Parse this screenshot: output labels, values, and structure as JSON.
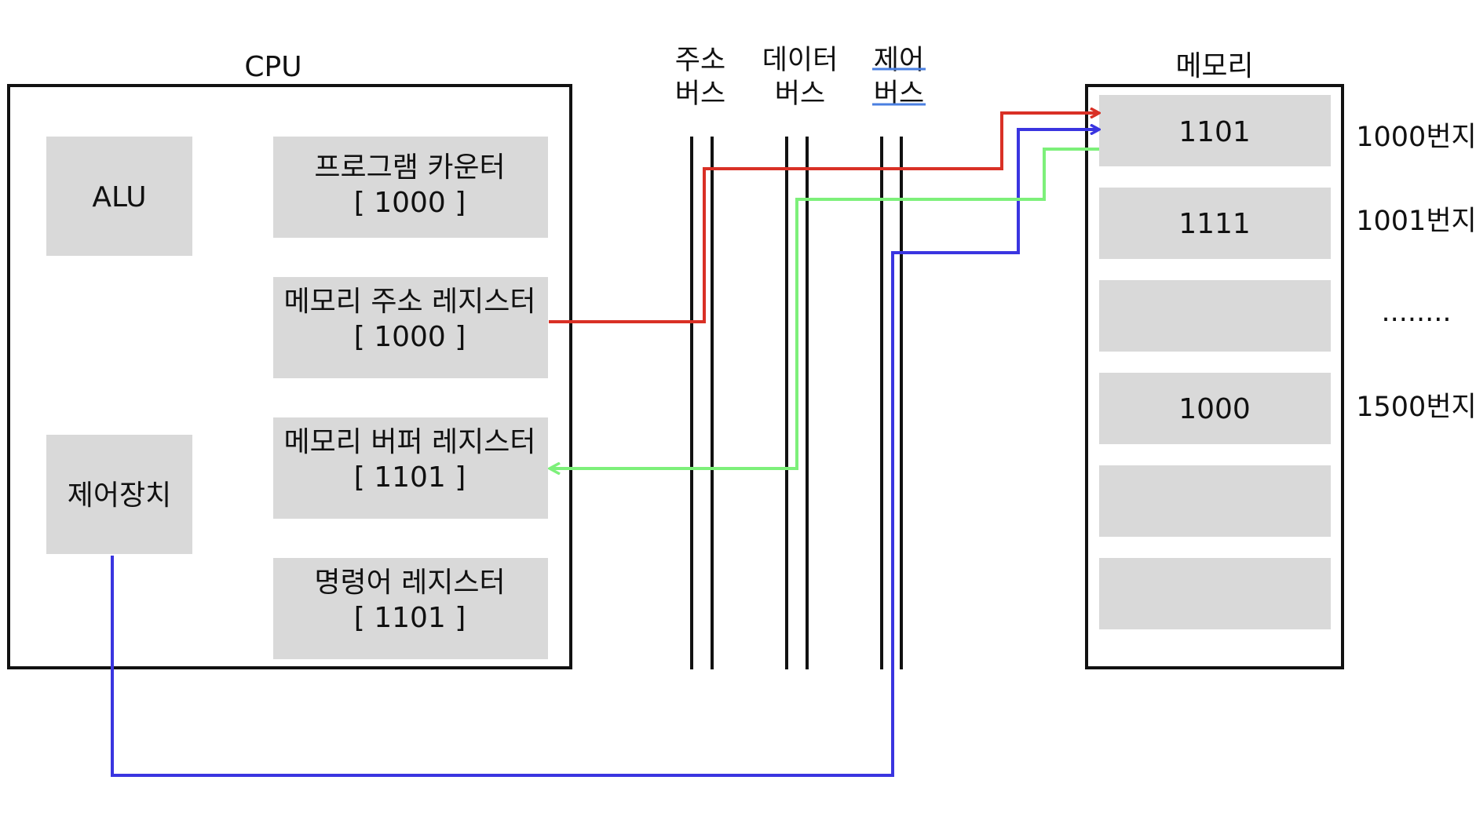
{
  "cpu": {
    "title": "CPU",
    "alu": "ALU",
    "control_unit": "제어장치",
    "registers": [
      {
        "name": "프로그램 카운터",
        "value": "[ 1000 ]"
      },
      {
        "name": "메모리 주소 레지스터",
        "value": "[ 1000 ]"
      },
      {
        "name": "메모리 버퍼 레지스터",
        "value": "[ 1101 ]"
      },
      {
        "name": "명령어 레지스터",
        "value": "[ 1101 ]"
      }
    ]
  },
  "buses": [
    {
      "line1": "주소",
      "line2": "버스"
    },
    {
      "line1": "데이터",
      "line2": "버스"
    },
    {
      "line1": "제어",
      "line2": "버스"
    }
  ],
  "memory": {
    "title": "메모리",
    "cells": [
      "1101",
      "1111",
      "",
      "1000",
      "",
      ""
    ],
    "addresses": [
      "1000번지",
      "1001번지",
      "........",
      "1500번지"
    ]
  },
  "colors": {
    "address_signal": "#d93025",
    "data_signal": "#7df07a",
    "control_signal": "#3a35e0",
    "box_fill": "#d9d9d9",
    "underline": "#4a7fe0"
  }
}
